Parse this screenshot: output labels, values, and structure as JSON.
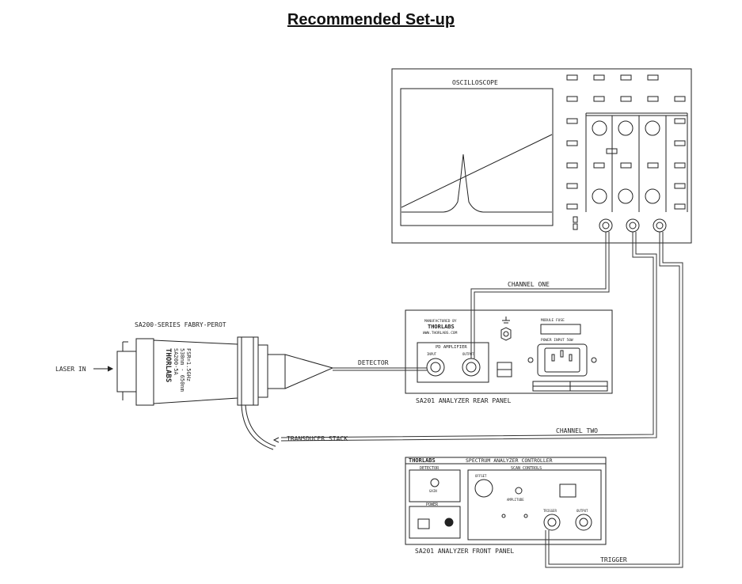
{
  "title": "Recommended Set-up",
  "oscilloscope": {
    "label": "OSCILLOSCOPE"
  },
  "fabry_perot": {
    "label": "SA200-SERIES FABRY-PEROT",
    "brand": "THORLABS",
    "body_text": [
      "SA200-5A",
      "530nm - 650nm",
      "FSR=1.5GHz"
    ]
  },
  "rear_panel": {
    "label": "SA201 ANALYZER REAR PANEL",
    "manufactured_by": "MANUFACTURED BY",
    "brand": "THORLABS",
    "website": "WWW.THORLABS.COM",
    "pd_amplifier": "PD AMPLIFIER",
    "input": "INPUT",
    "output": "OUTPUT",
    "module_label": "MODULE FUSE",
    "power_label": "POWER INPUT 50W"
  },
  "front_panel": {
    "label": "SA201 ANALYZER FRONT PANEL",
    "brand": "THORLABS",
    "header": "SPECTRUM ANALYZER CONTROLLER",
    "detector": "DETECTOR",
    "gain": "GAIN",
    "power": "POWER",
    "scan_controls": "SCAN CONTROLS",
    "offset": "OFFSET",
    "amplitude": "AMPLITUDE",
    "output": "OUTPUT",
    "trigger": "TRIGGER"
  },
  "connections": {
    "laser_in": "LASER IN",
    "detector": "DETECTOR",
    "channel_one": "CHANNEL ONE",
    "channel_two": "CHANNEL TWO",
    "transducer_stack": "TRANSDUCER STACK",
    "trigger": "TRIGGER"
  }
}
